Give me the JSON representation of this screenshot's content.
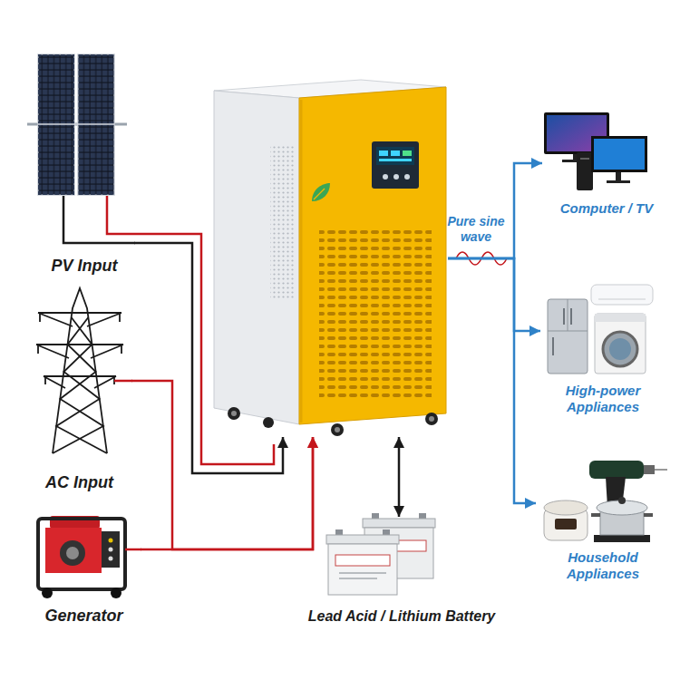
{
  "diagram": {
    "nodes": [
      {
        "text": [
          "PV Input"
        ]
      },
      {
        "text": [
          "AC Input"
        ]
      },
      {
        "text": [
          "Generator"
        ]
      },
      {
        "text": []
      },
      {
        "text": [
          "Lead Acid / Lithium Battery"
        ]
      },
      {
        "text": [
          "Computer / TV"
        ]
      },
      {
        "text": [
          "High-power Appliances"
        ]
      },
      {
        "text": [
          "Household Appliances"
        ]
      }
    ],
    "edges": [
      {
        "from": 0,
        "to": 3,
        "arrow": "to"
      },
      {
        "from": 1,
        "to": 3,
        "arrow": "to"
      },
      {
        "from": 2,
        "to": 3,
        "arrow": "to"
      },
      {
        "from": 4,
        "to": 3,
        "arrow": "both"
      },
      {
        "from": 3,
        "to": 5,
        "arrow": "to",
        "label": "Pure sine wave"
      },
      {
        "from": 3,
        "to": 6,
        "arrow": "to"
      },
      {
        "from": 3,
        "to": 7,
        "arrow": "to"
      }
    ]
  }
}
